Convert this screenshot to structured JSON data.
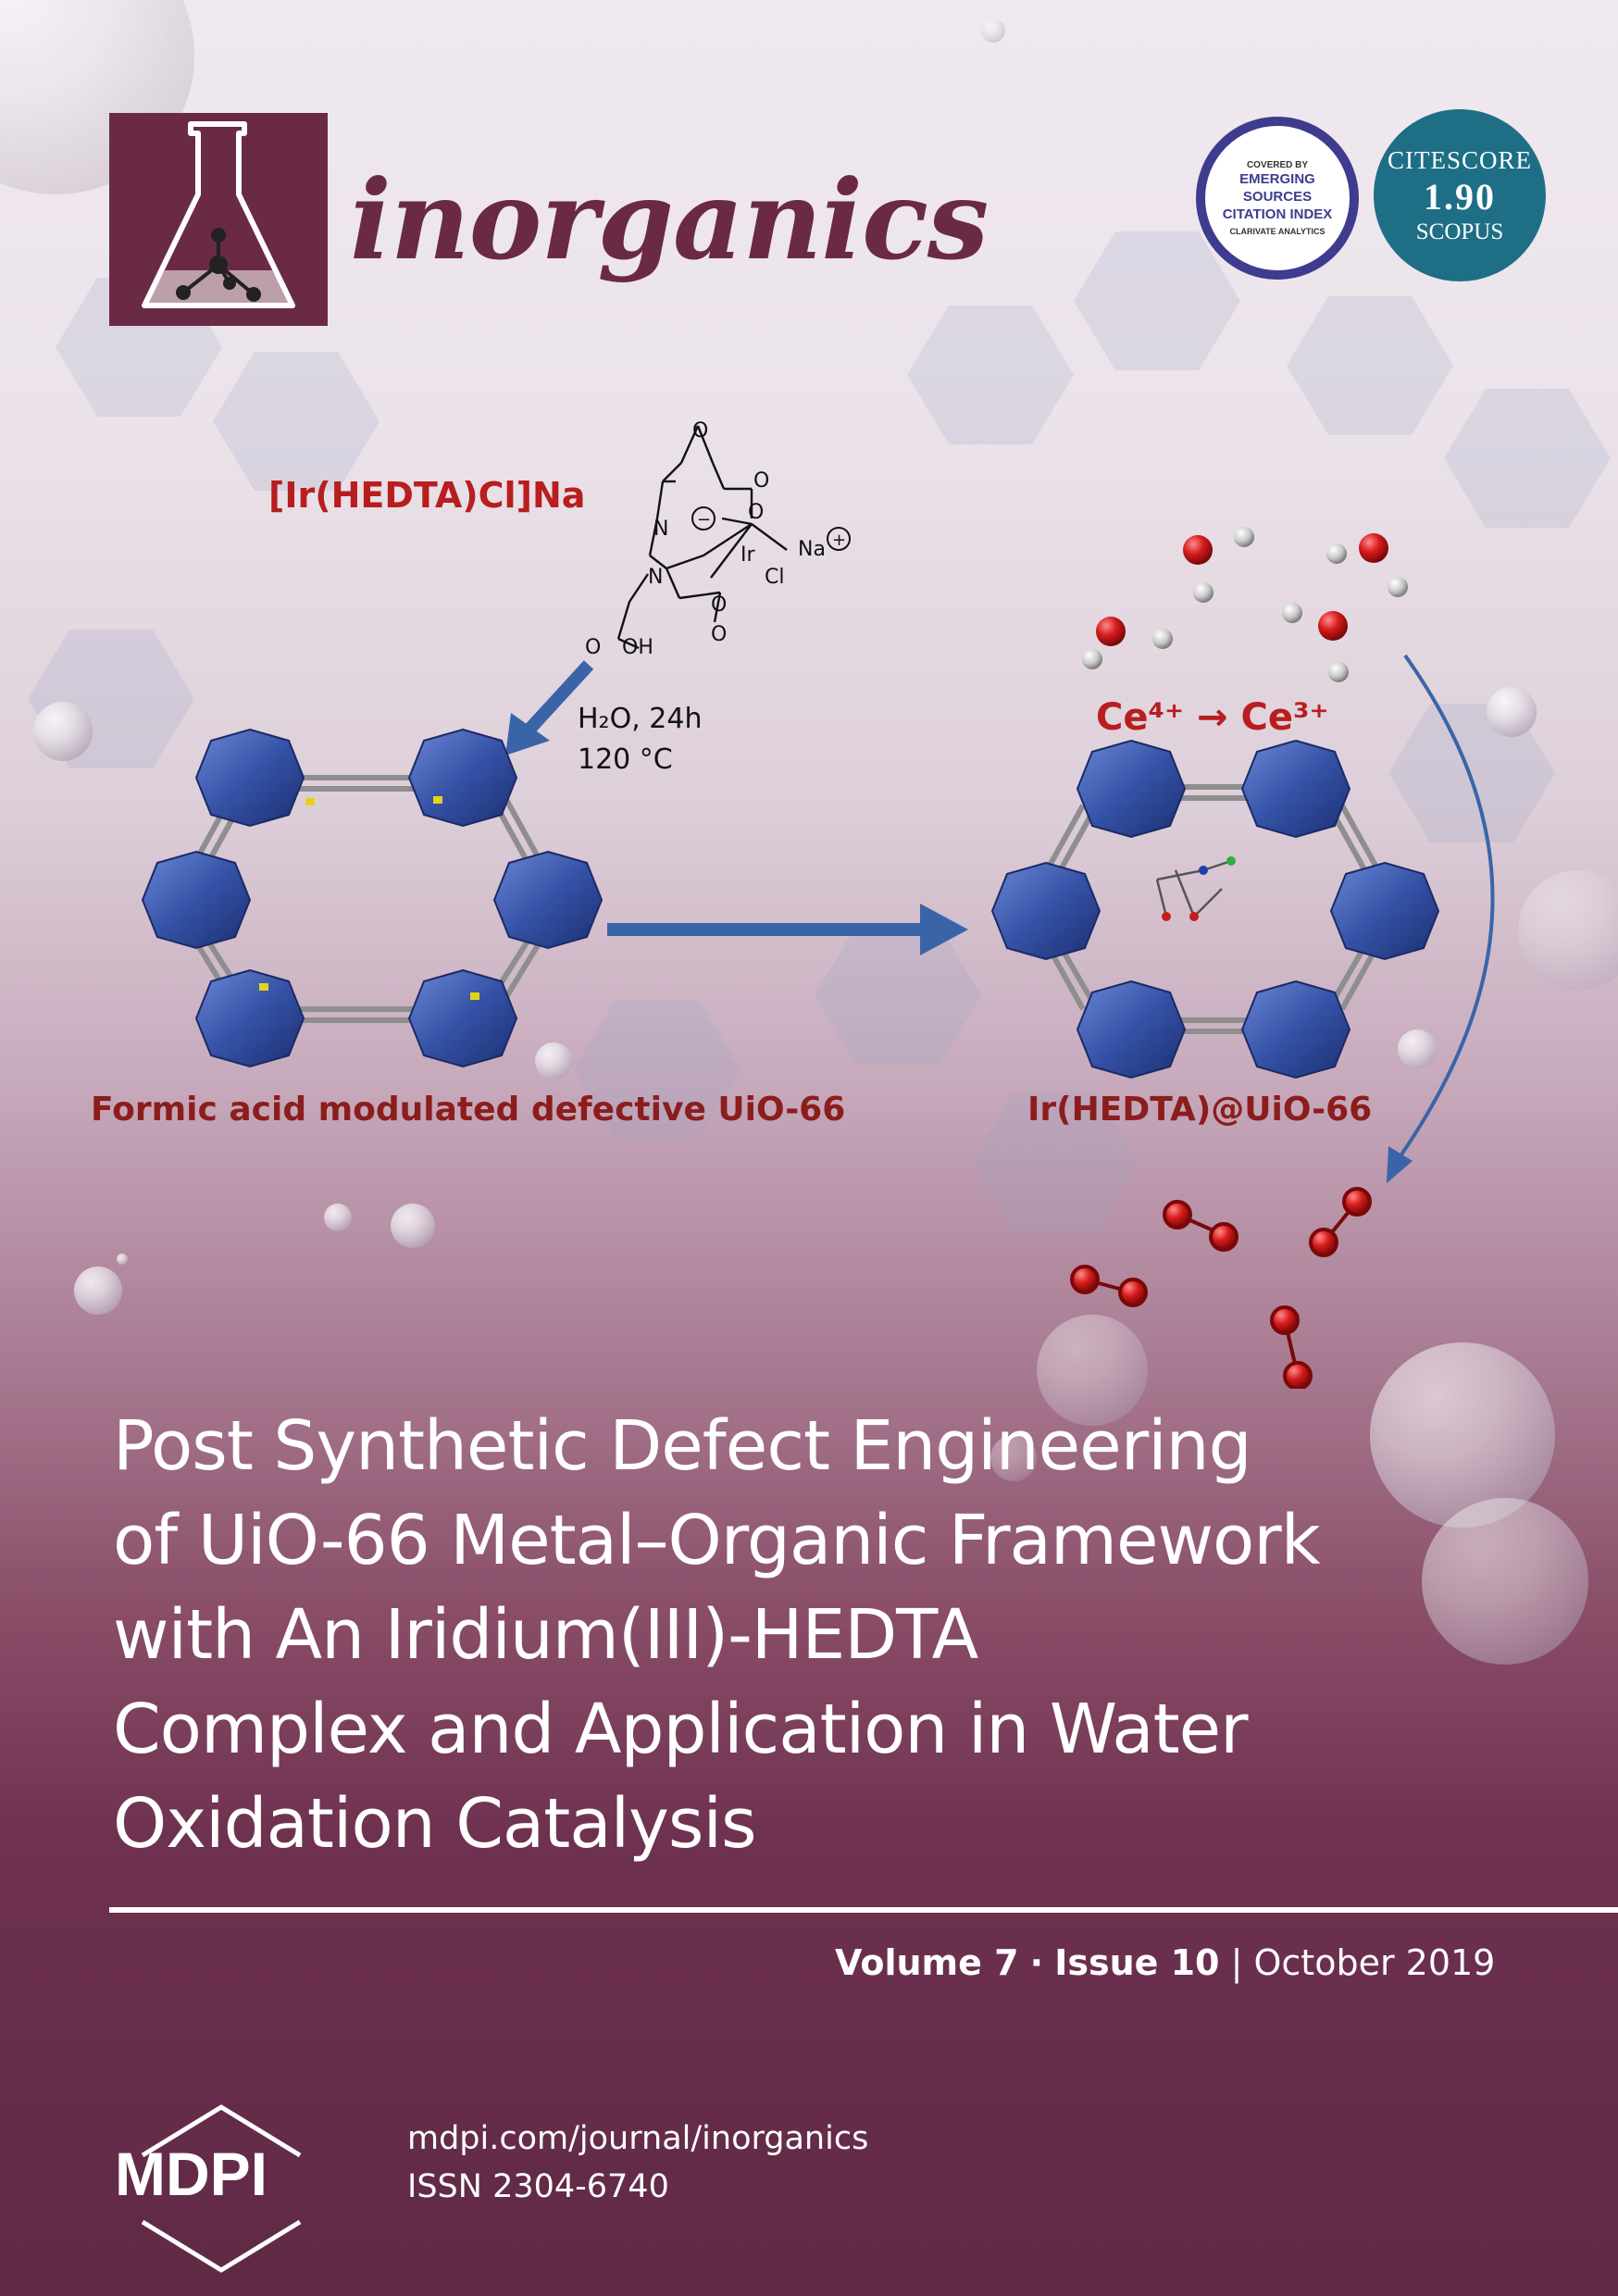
{
  "journal": {
    "name": "inorganics",
    "brand_color": "#6a2a45"
  },
  "badges": {
    "esci": {
      "top": "COVERED BY",
      "line1": "EMERGING",
      "line2": "SOURCES",
      "line3": "CITATION INDEX",
      "bottom": "CLARIVATE ANALYTICS"
    },
    "citescore": {
      "label": "CITESCORE",
      "value": "1.90",
      "source": "SCOPUS"
    }
  },
  "graphic": {
    "complex_label": "[Ir(HEDTA)Cl]Na",
    "chem": {
      "na_ion": "Na",
      "metal": "Ir",
      "chloride": "Cl",
      "acid": "OH"
    },
    "conditions_line1": "H₂O, 24h",
    "conditions_line2": "120 °C",
    "redox_label": "Ce⁴⁺ → Ce³⁺",
    "left_caption": "Formic acid modulated defective UiO-66",
    "right_caption": "Ir(HEDTA)@UiO-66"
  },
  "article_title": [
    "Post Synthetic Defect Engineering",
    "of UiO-66 Metal–Organic Framework",
    "with An Iridium(III)-HEDTA",
    "Complex and Application in Water",
    "Oxidation Catalysis"
  ],
  "issue": {
    "volume": "Volume 7",
    "separator": "·",
    "issue": "Issue 10",
    "divider": "|",
    "date": "October 2019"
  },
  "footer": {
    "publisher": "MDPI",
    "url": "mdpi.com/journal/inorganics",
    "issn": "ISSN 2304-6740"
  }
}
